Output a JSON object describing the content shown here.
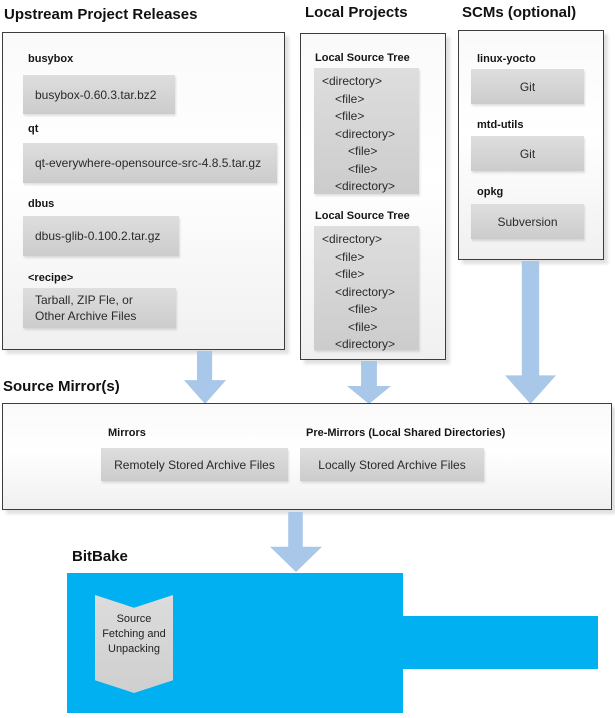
{
  "headings": {
    "upstream": "Upstream Project Releases",
    "local": "Local Projects",
    "scms": "SCMs (optional)",
    "mirrors": "Source Mirror(s)",
    "bitbake": "BitBake"
  },
  "upstream": {
    "items": [
      {
        "label": "busybox",
        "file": "busybox-0.60.3.tar.bz2"
      },
      {
        "label": "qt",
        "file": "qt-everywhere-opensource-src-4.8.5.tar.gz"
      },
      {
        "label": "dbus",
        "file": "dbus-glib-0.100.2.tar.gz"
      },
      {
        "label": "<recipe>",
        "file": "Tarball, ZIP Fle, or\nOther Archive Files"
      }
    ]
  },
  "local": {
    "trees": [
      {
        "title": "Local Source Tree",
        "lines": [
          "<directory>",
          "<file>",
          "<file>",
          "<directory>",
          "<file>",
          "<file>",
          "<directory>"
        ]
      },
      {
        "title": "Local Source Tree",
        "lines": [
          "<directory>",
          "<file>",
          "<file>",
          "<directory>",
          "<file>",
          "<file>",
          "<directory>"
        ]
      }
    ]
  },
  "scms": {
    "items": [
      {
        "label": "linux-yocto",
        "scm": "Git"
      },
      {
        "label": "mtd-utils",
        "scm": "Git"
      },
      {
        "label": "opkg",
        "scm": "Subversion"
      }
    ]
  },
  "mirror": {
    "mirrors_label": "Mirrors",
    "mirrors_value": "Remotely Stored Archive Files",
    "premirrors_label": "Pre-Mirrors (Local Shared Directories)",
    "premirrors_value": "Locally Stored Archive Files"
  },
  "bitbake": {
    "process_label": "Source\nFetching and\nUnpacking"
  },
  "colors": {
    "bitbake_cyan": "#00b0f0",
    "flow_arrow_blue": "#a9c7e8",
    "item_gray": "#d6d6d6"
  }
}
